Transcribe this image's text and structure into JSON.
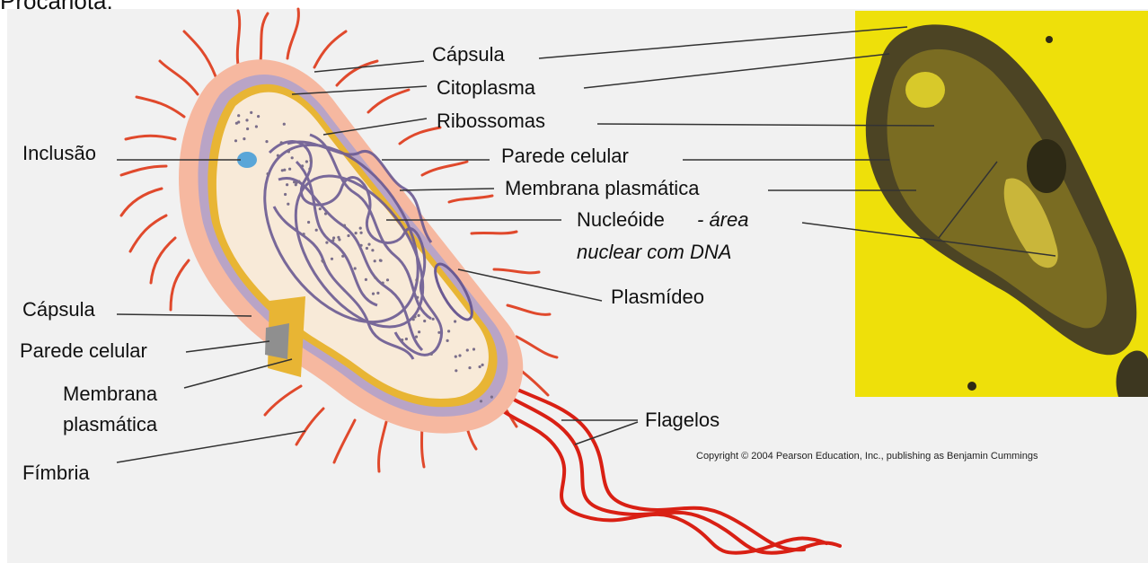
{
  "title": "Procariota:",
  "labels": {
    "capsula_top": "Cápsula",
    "citoplasma": "Citoplasma",
    "ribossomas": "Ribossomas",
    "inclusao": "Inclusão",
    "parede_celular_top": "Parede celular",
    "membrana_plasmatica_top": "Membrana plasmática",
    "nucleoide": "Nucleóide",
    "nucleoide_desc_1": "- área",
    "nucleoide_desc_2": "nuclear com DNA",
    "plasmideo": "Plasmídeo",
    "capsula_left": "Cápsula",
    "parede_celular_left": "Parede celular",
    "membrana_left_1": "Membrana",
    "membrana_left_2": "plasmática",
    "fimbria": "Fímbria",
    "flagelos": "Flagelos"
  },
  "copyright": "Copyright © 2004 Pearson Education, Inc., publishing as Benjamin Cummings",
  "colors": {
    "capsule": "#f6b8a0",
    "cell_wall": "#b9a4c6",
    "membrane": "#e8b534",
    "cytoplasm": "#f8ead8",
    "dna": "#6b5a93",
    "fimbria": "#e0492c",
    "flagellum": "#d92014",
    "micrograph_bg": "#eee00a",
    "micrograph_cell": "#4c4424"
  }
}
